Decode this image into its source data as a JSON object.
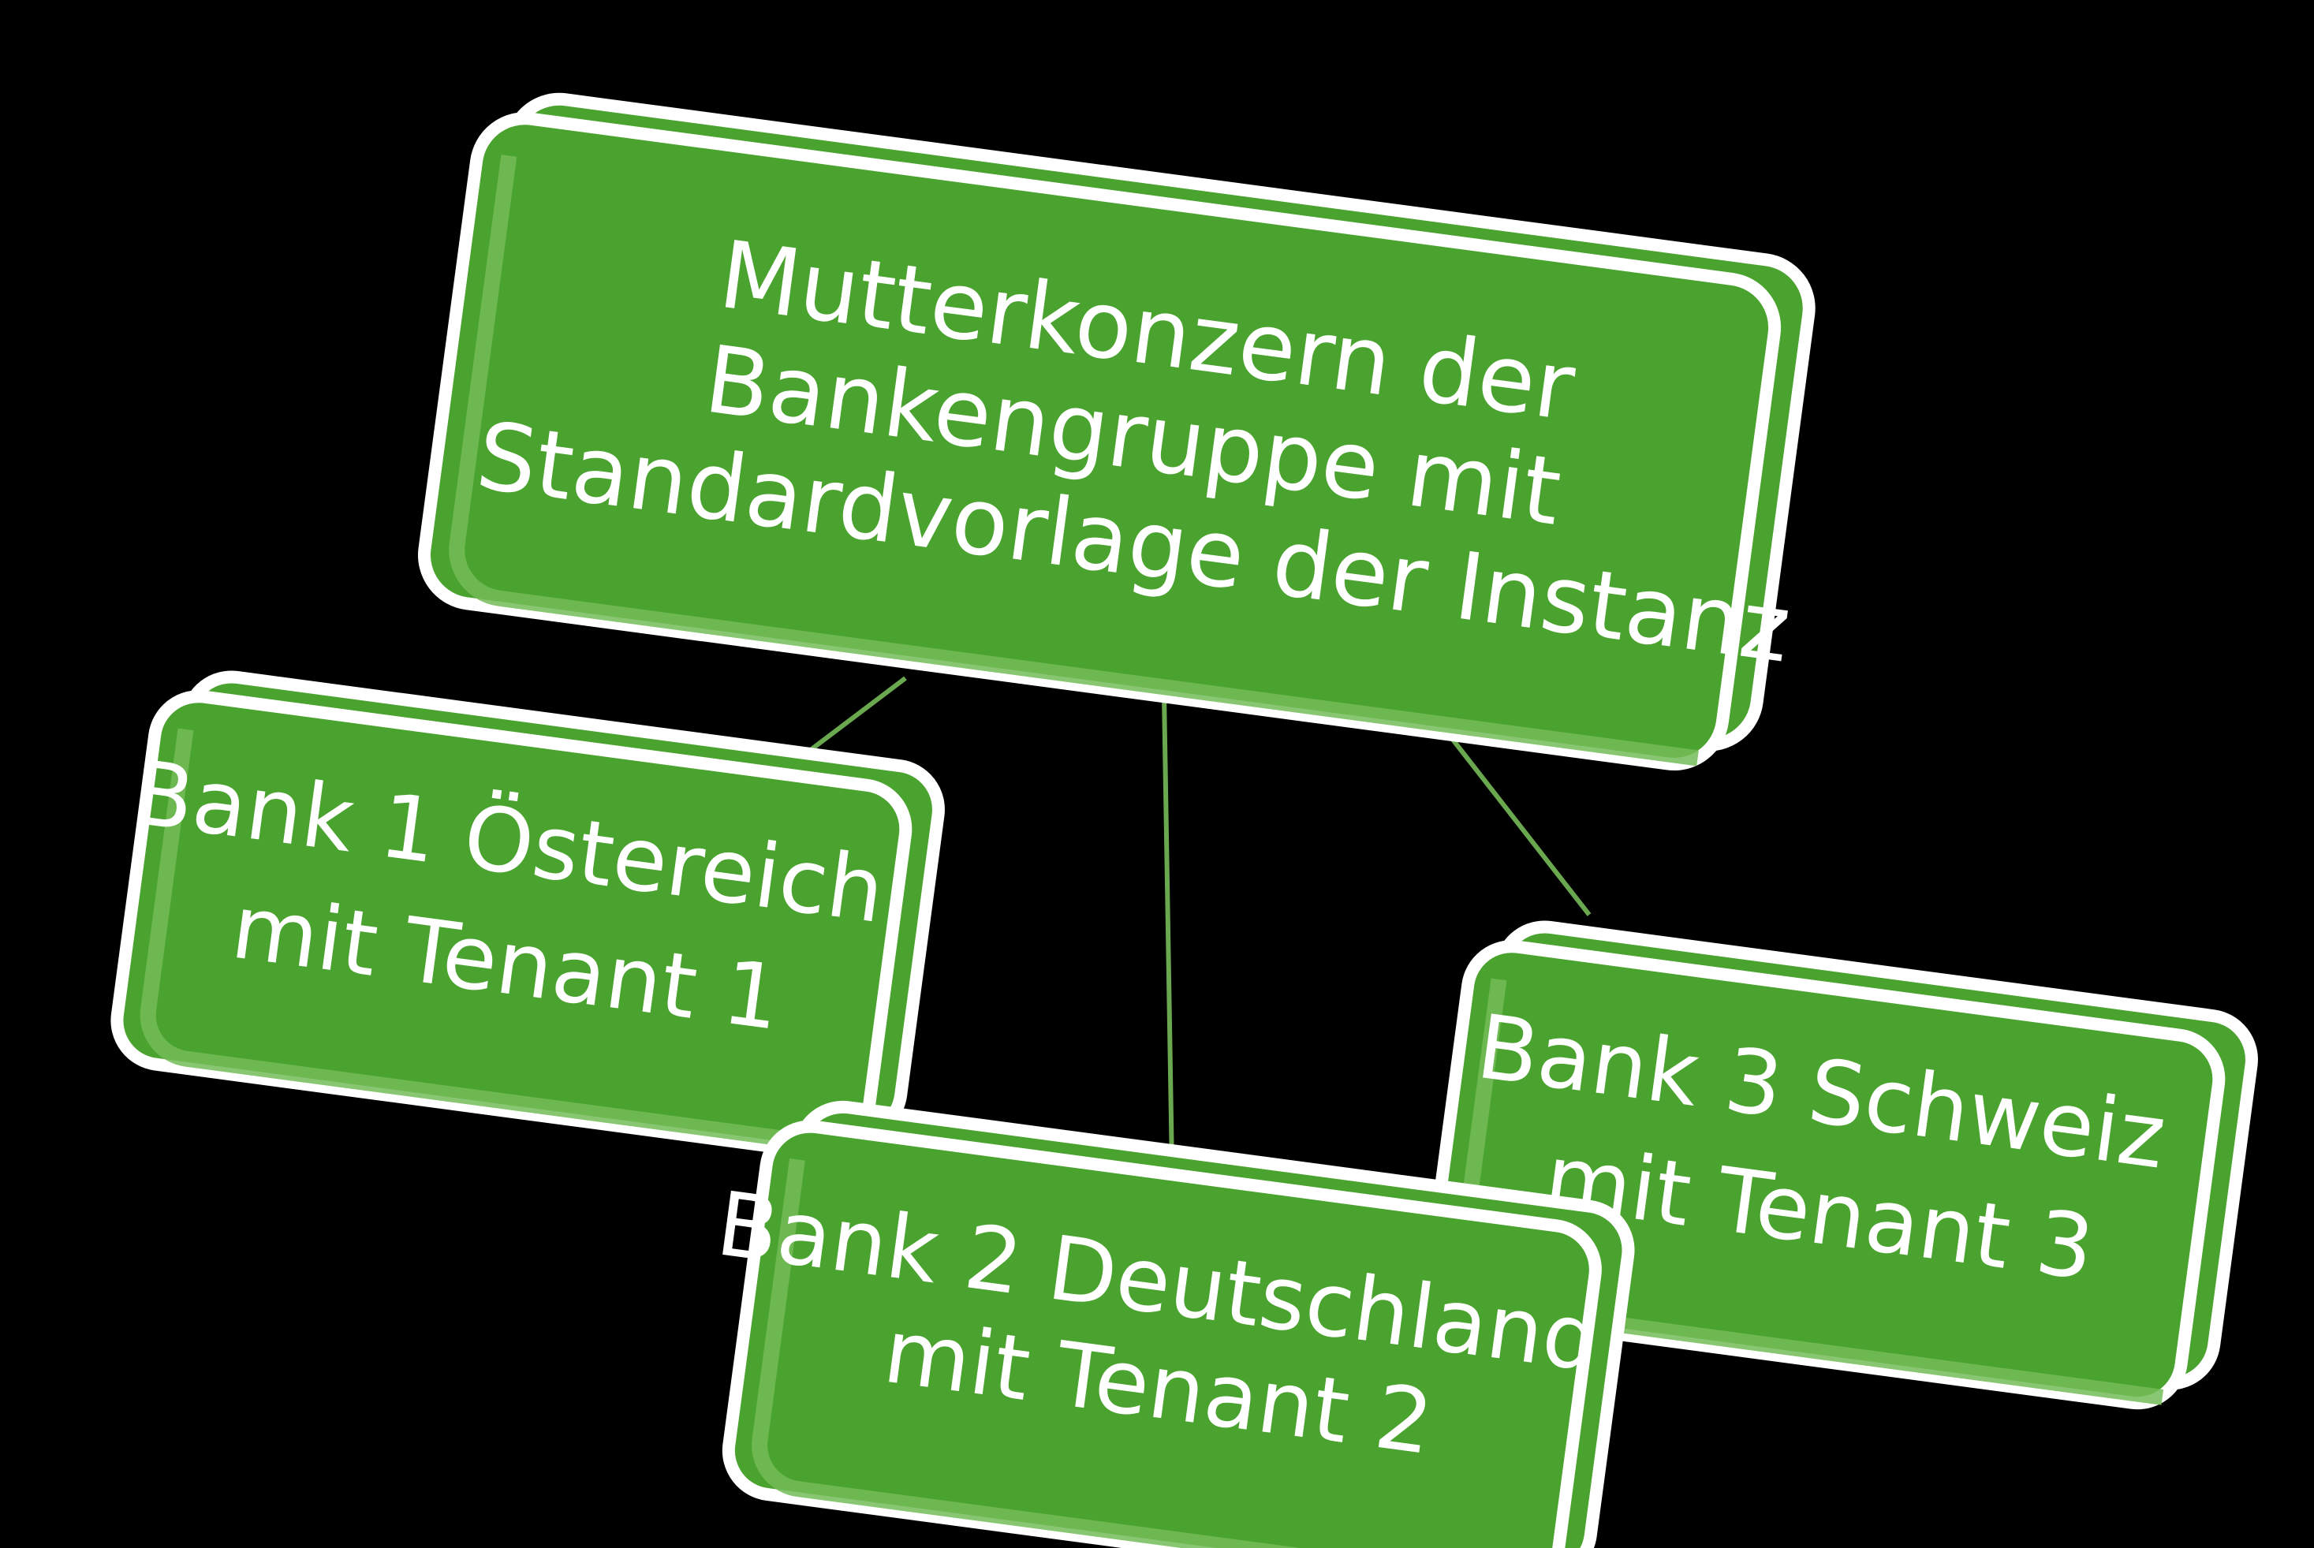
{
  "diagram": {
    "type": "org-chart",
    "orientation": "top-down",
    "background_color": "#000000",
    "node_fill_color": "#4ba32f",
    "node_border_color": "#ffffff",
    "node_edge_highlight_color": "#6cb851",
    "node_shadow_color": "#3f8c27",
    "connector_color": "#6aa84f",
    "text_color": "#ffffff",
    "root": {
      "id": "mutterkonzern",
      "lines": [
        "Mutterkonzern der",
        "Bankengruppe mit",
        "Standardvorlage der Instanz"
      ],
      "full_text": "Mutterkonzern der Bankengruppe mit Standardvorlage der Instanz"
    },
    "children": [
      {
        "id": "bank-1",
        "lines": [
          "Bank 1 Östereich",
          "mit Tenant 1"
        ],
        "full_text": "Bank 1 Östereich mit Tenant 1"
      },
      {
        "id": "bank-2",
        "lines": [
          "Bank 2 Deutschland",
          "mit Tenant 2"
        ],
        "full_text": "Bank 2 Deutschland mit Tenant 2"
      },
      {
        "id": "bank-3",
        "lines": [
          "Bank 3 Schweiz",
          "mit Tenant 3"
        ],
        "full_text": "Bank 3 Schweiz mit Tenant 3"
      }
    ],
    "connectors": [
      {
        "from": "mutterkonzern",
        "to": "bank-1"
      },
      {
        "from": "mutterkonzern",
        "to": "bank-2"
      },
      {
        "from": "mutterkonzern",
        "to": "bank-3"
      }
    ]
  }
}
